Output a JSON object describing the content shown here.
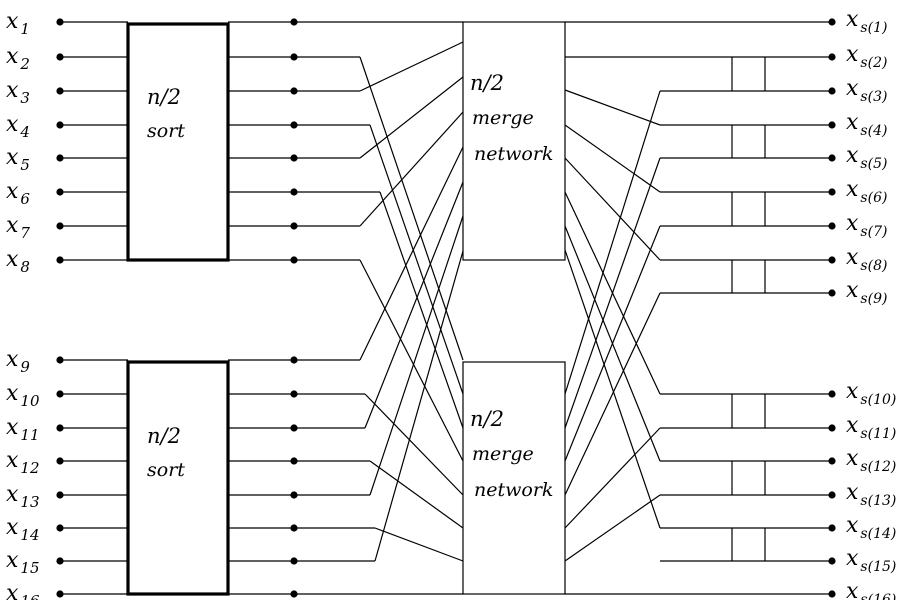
{
  "inputs": [
    {
      "base": "x",
      "sub": "1"
    },
    {
      "base": "x",
      "sub": "2"
    },
    {
      "base": "x",
      "sub": "3"
    },
    {
      "base": "x",
      "sub": "4"
    },
    {
      "base": "x",
      "sub": "5"
    },
    {
      "base": "x",
      "sub": "6"
    },
    {
      "base": "x",
      "sub": "7"
    },
    {
      "base": "x",
      "sub": "8"
    },
    {
      "base": "x",
      "sub": "9"
    },
    {
      "base": "x",
      "sub": "10"
    },
    {
      "base": "x",
      "sub": "11"
    },
    {
      "base": "x",
      "sub": "12"
    },
    {
      "base": "x",
      "sub": "13"
    },
    {
      "base": "x",
      "sub": "14"
    },
    {
      "base": "x",
      "sub": "15"
    },
    {
      "base": "x",
      "sub": "16"
    }
  ],
  "outputs": [
    {
      "base": "x",
      "sub": "s(1)"
    },
    {
      "base": "x",
      "sub": "s(2)"
    },
    {
      "base": "x",
      "sub": "s(3)"
    },
    {
      "base": "x",
      "sub": "s(4)"
    },
    {
      "base": "x",
      "sub": "s(5)"
    },
    {
      "base": "x",
      "sub": "s(6)"
    },
    {
      "base": "x",
      "sub": "s(7)"
    },
    {
      "base": "x",
      "sub": "s(8)"
    },
    {
      "base": "x",
      "sub": "s(9)"
    },
    {
      "base": "x",
      "sub": "s(10)"
    },
    {
      "base": "x",
      "sub": "s(11)"
    },
    {
      "base": "x",
      "sub": "s(12)"
    },
    {
      "base": "x",
      "sub": "s(13)"
    },
    {
      "base": "x",
      "sub": "s(14)"
    },
    {
      "base": "x",
      "sub": "s(15)"
    },
    {
      "base": "x",
      "sub": "s(16)"
    }
  ],
  "sort_boxes": [
    {
      "line1": "n/2",
      "line2": "sort"
    },
    {
      "line1": "n/2",
      "line2": "sort"
    }
  ],
  "merge_boxes": [
    {
      "line1": "n/2",
      "line2": "merge",
      "line3": "network"
    },
    {
      "line1": "n/2",
      "line2": "merge",
      "line3": "network"
    }
  ]
}
